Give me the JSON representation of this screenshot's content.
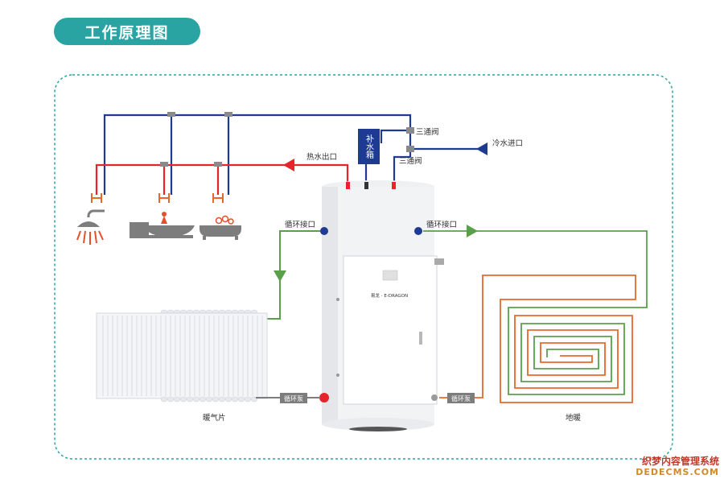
{
  "title": "工作原理图",
  "labels": {
    "supply_tank": "补水箱",
    "three_way_valve_top": "三通阀",
    "three_way_valve_bottom": "三通阀",
    "cold_water_inlet": "冷水进口",
    "hot_water_outlet": "热水出口",
    "circulation_port_left": "循环接口",
    "circulation_port_right": "循环接口",
    "circulation_pump_left": "循环泵",
    "circulation_pump_right": "循环泵",
    "radiator": "暖气片",
    "floor_heating": "地暖",
    "brand": "E-DRAGON",
    "brand_prefix": "易龙 ·"
  },
  "colors": {
    "accent": "#2aa3a3",
    "hot_pipe": "#e8242b",
    "cold_pipe": "#1f3a93",
    "radiator_loop": "#5aa04a",
    "floor_loop_orange": "#e4692a",
    "floor_loop_green": "#5aa04a",
    "fixture_grey": "#7d7d7d",
    "fixture_red": "#e4502a"
  },
  "watermark": {
    "line1": "织梦内容管理系统",
    "line2": "DEDECMS.COM"
  }
}
